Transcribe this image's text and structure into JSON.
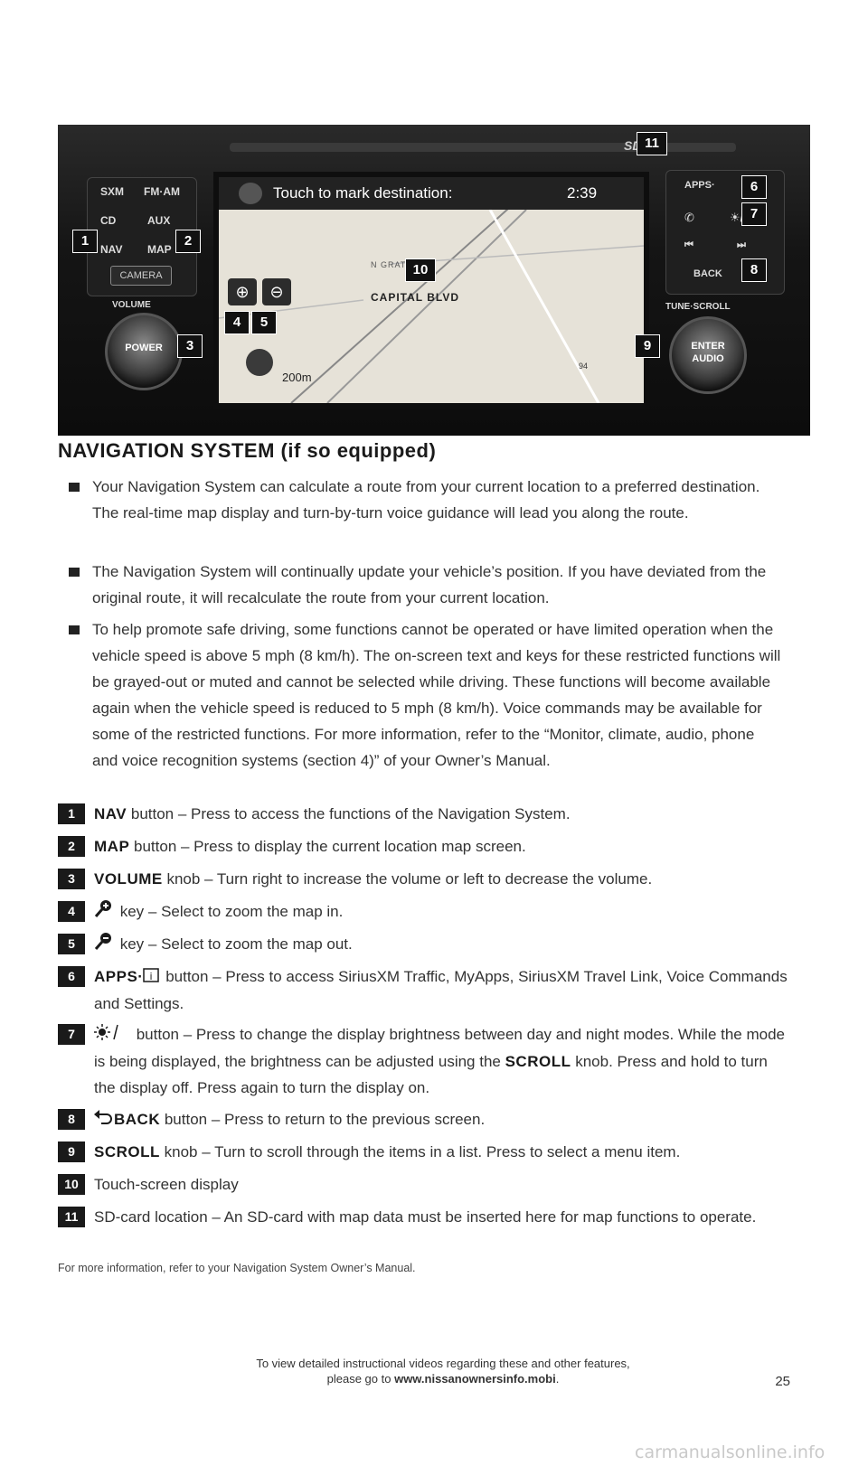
{
  "figure": {
    "screen_banner": "Touch to mark destination:",
    "clock": "2:39",
    "street_small": "N GRATIOT",
    "street_main": "CAPITAL BLVD",
    "scale": "200m",
    "route_shield": "94",
    "buttons_left": [
      "SXM",
      "FM·AM",
      "CD",
      "AUX",
      "NAV",
      "MAP",
      "CAMERA"
    ],
    "knob_left": {
      "ring": "VOLUME",
      "center": "POWER"
    },
    "buttons_right": [
      "APPS·",
      "BACK"
    ],
    "knob_right": {
      "ring": "TUNE·SCROLL",
      "center_line1": "ENTER",
      "center_line2": "AUDIO"
    },
    "sd_logo": "SD",
    "callouts": [
      "1",
      "2",
      "3",
      "4",
      "5",
      "6",
      "7",
      "8",
      "9",
      "10",
      "11"
    ]
  },
  "heading": "NAVIGATION SYSTEM (if so equipped)",
  "bullets": [
    "Your Navigation System can calculate a route from your current location to a preferred destination. The real-time map display and turn-by-turn voice guidance will lead you along the route.",
    "The Navigation System will continually update your vehicle’s position. If you have deviated from the original route, it will recalculate the route from your current location.",
    "To help promote safe driving, some functions cannot be operated or have limited operation when the vehicle speed is above 5 mph (8 km/h). The on-screen text and keys for these restricted functions will be grayed-out or muted and cannot be selected while driving. These functions will become available again when the vehicle speed is reduced to 5 mph (8 km/h). Voice commands may be available for some of the restricted functions. For more information, refer to the “Monitor, climate, audio, phone and voice recognition systems (section 4)” of your Owner’s Manual."
  ],
  "items": [
    {
      "num": "1",
      "kw": "NAV",
      "text": " button – Press to access the functions of the Navigation System."
    },
    {
      "num": "2",
      "kw": "MAP",
      "text": " button – Press to display the current location map screen."
    },
    {
      "num": "3",
      "kw": "VOLUME",
      "text": " knob – Turn right to increase the volume or left to decrease the volume."
    },
    {
      "num": "4",
      "kw": "",
      "text": " key – Select to zoom the map in."
    },
    {
      "num": "5",
      "kw": "",
      "text": " key – Select to zoom the map out."
    },
    {
      "num": "6",
      "kw": "APPS·",
      "text": " button – Press to access SiriusXM Traffic, MyApps, SiriusXM Travel Link, Voice Commands and Settings."
    },
    {
      "num": "7",
      "kw": "",
      "text": " button – Press to change the display brightness between day and night modes. While the mode is being displayed, the brightness can be adjusted using the ",
      "kw2": "SCROLL",
      "text2": " knob. Press and hold to turn the display off. Press again to turn the display on."
    },
    {
      "num": "8",
      "kw": "BACK",
      "text": " button – Press to return to the previous screen."
    },
    {
      "num": "9",
      "kw": "SCROLL",
      "text": " knob – Turn to scroll through the items in a list. Press to select a menu item."
    },
    {
      "num": "10",
      "kw": "",
      "text": "Touch-screen display"
    },
    {
      "num": "11",
      "kw": "",
      "text": "SD-card location – An SD-card with map data must be inserted here for map functions to operate."
    }
  ],
  "footnote": "For more information, refer to your Navigation System Owner’s Manual.",
  "footer": {
    "line1": "To view detailed instructional videos regarding these and other features,",
    "line2_pre": "please go to ",
    "line2_link": "www.nissanownersinfo.mobi",
    "line2_post": "."
  },
  "page_number": "25",
  "watermark": "carmanualsonline.info"
}
